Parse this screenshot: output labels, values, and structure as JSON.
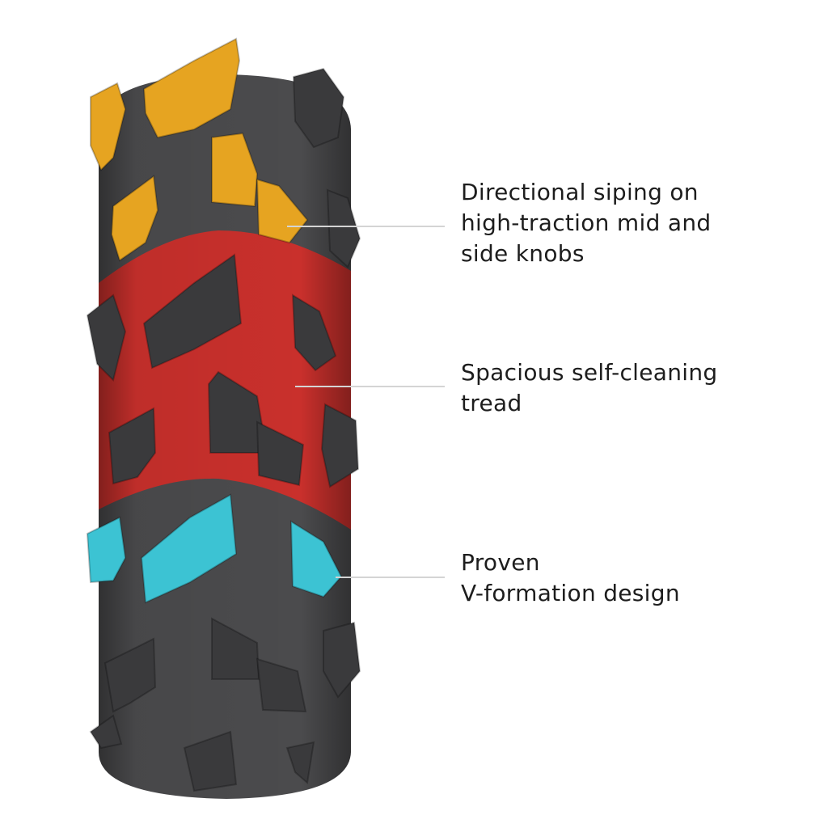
{
  "callouts": [
    {
      "lines": [
        "Directional siping on",
        "high-traction mid and",
        "side knobs"
      ]
    },
    {
      "lines": [
        "Spacious self-cleaning",
        "tread"
      ]
    },
    {
      "lines": [
        "Proven",
        "V-formation design"
      ]
    }
  ],
  "colors": {
    "casing": "#4b4b4d",
    "center_band": "#c9302c",
    "mid_side_knobs": "#e6a421",
    "v_formation_knobs": "#3cc3d3",
    "knob_dark": "#3a3a3c",
    "text": "#1d1d1d",
    "leader": "#d4d4d4"
  }
}
